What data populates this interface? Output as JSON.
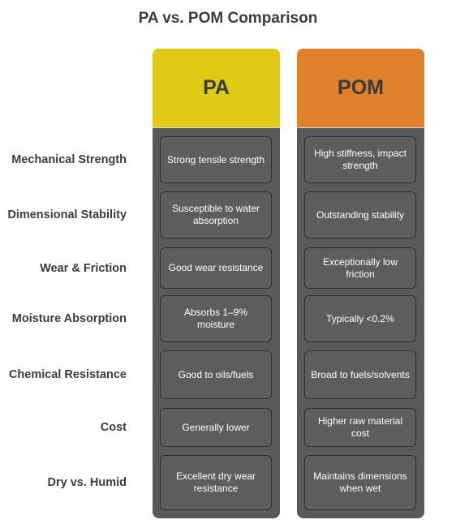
{
  "title": "PA vs. POM Comparison",
  "columns": [
    {
      "name": "PA",
      "color": "#dfca16"
    },
    {
      "name": "POM",
      "color": "#e0802c"
    }
  ],
  "rows": [
    {
      "label": "Mechanical Strength",
      "pa": "Strong tensile strength",
      "pom": "High stiffness, impact strength"
    },
    {
      "label": "Dimensional Stability",
      "pa": "Susceptible to water absorption",
      "pom": "Outstanding stability"
    },
    {
      "label": "Wear & Friction",
      "pa": "Good wear resistance",
      "pom": "Exceptionally low friction"
    },
    {
      "label": "Moisture Absorption",
      "pa": "Absorbs 1–9% moisture",
      "pom": "Typically <0.2%"
    },
    {
      "label": "Chemical Resistance",
      "pa": "Good to oils/fuels",
      "pom": "Broad to fuels/solvents"
    },
    {
      "label": "Cost",
      "pa": "Generally lower",
      "pom": "Higher raw material cost"
    },
    {
      "label": "Dry vs. Humid",
      "pa": "Excellent dry wear resistance",
      "pom": "Maintains dimensions when wet"
    }
  ]
}
